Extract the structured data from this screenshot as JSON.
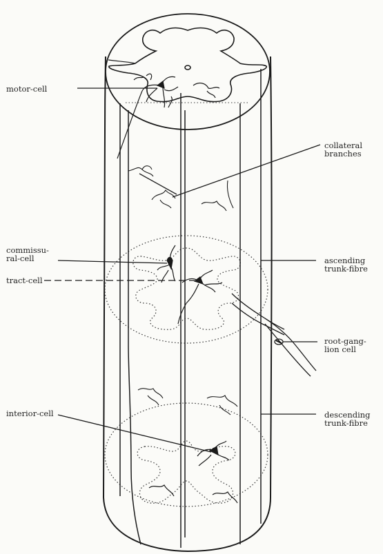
{
  "labels": {
    "motor_cell": "motor-cell",
    "collateral_branches": [
      "collateral",
      "branches"
    ],
    "commissural_cell": [
      "commissu-",
      "ral-cell"
    ],
    "ascending_trunk_fibre": [
      "ascending",
      "trunk-fibre"
    ],
    "tract_cell": "tract-cell",
    "root_ganglion_cell": [
      "root-gang-",
      "lion cell"
    ],
    "interior_cell": "interior-cell",
    "descending_trunk_fibre": [
      "descending",
      "trunk-fibre"
    ]
  }
}
